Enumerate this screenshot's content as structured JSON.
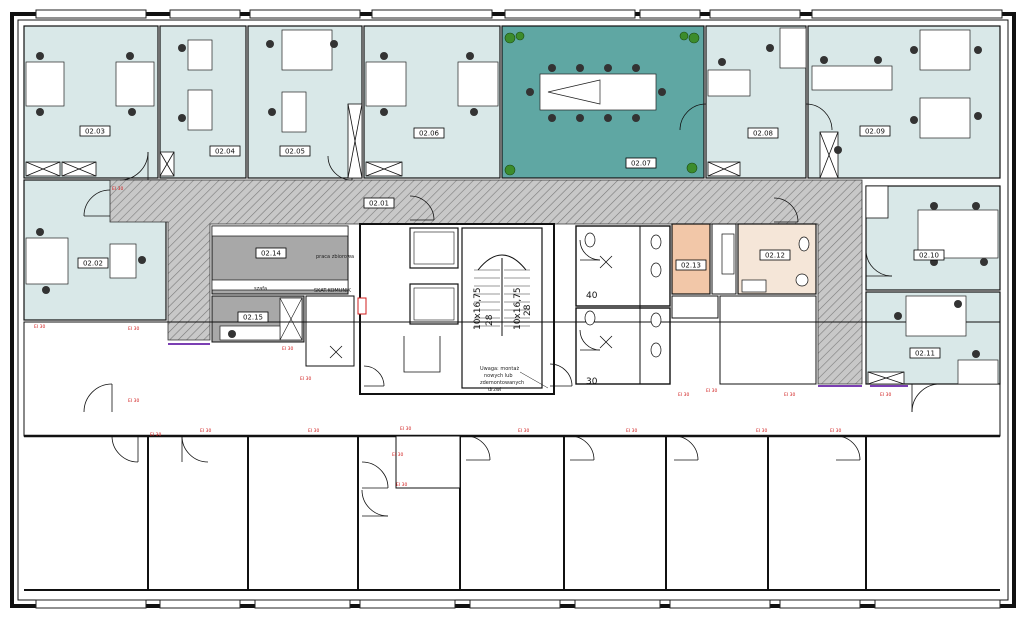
{
  "rooms": [
    {
      "id": "r0203",
      "label": "02.03",
      "fill": "#d9e8e8"
    },
    {
      "id": "r0204",
      "label": "02.04",
      "fill": "#d9e8e8"
    },
    {
      "id": "r0205",
      "label": "02.05",
      "fill": "#d9e8e8"
    },
    {
      "id": "r0206",
      "label": "02.06",
      "fill": "#d9e8e8"
    },
    {
      "id": "r0207",
      "label": "02.07",
      "fill": "#5fa7a3"
    },
    {
      "id": "r0208",
      "label": "02.08",
      "fill": "#d9e8e8"
    },
    {
      "id": "r0209",
      "label": "02.09",
      "fill": "#d9e8e8"
    },
    {
      "id": "r0202",
      "label": "02.02",
      "fill": "#d9e8e8"
    },
    {
      "id": "r0210",
      "label": "02.10",
      "fill": "#d9e8e8"
    },
    {
      "id": "r0211",
      "label": "02.11",
      "fill": "#d9e8e8"
    },
    {
      "id": "r0201",
      "label": "02.01",
      "fill": "#a8a8a8"
    },
    {
      "id": "r0214",
      "label": "02.14",
      "fill": "#a8a8a8"
    },
    {
      "id": "r0215",
      "label": "02.15",
      "fill": "#a8a8a8"
    },
    {
      "id": "r0213",
      "label": "02.13",
      "fill": "#f2c7a8"
    },
    {
      "id": "r0212",
      "label": "02.12",
      "fill": "#f5e6d8"
    }
  ],
  "notes": {
    "stair_dim_1": "10x16,75",
    "stair_dim_2": "10x16,75",
    "stair_steps_1": "28",
    "stair_steps_2": "28",
    "wc_count_1": "40",
    "wc_count_2": "30",
    "demount_note_l1": "Uwaga: montaż",
    "demount_note_l2": "nowych lub",
    "demount_note_l3": "zdemontowanych",
    "demount_note_l4": "drzwi",
    "kitchen_note": "praca zbiorowa",
    "printer_note": "SKAT.KOMUNIK",
    "server_note": "szafa",
    "ei30": "EI 30"
  },
  "colors": {
    "office": "#d9e8e8",
    "meeting": "#5fa7a3",
    "corridor_hatch": "#b5b5b5",
    "utility": "#a8a8a8",
    "wc_small": "#f2c7a8",
    "wc_accessible": "#f5e6d8",
    "fire_marker": "#d01c1c",
    "purple_accent": "#7b3fb3"
  }
}
